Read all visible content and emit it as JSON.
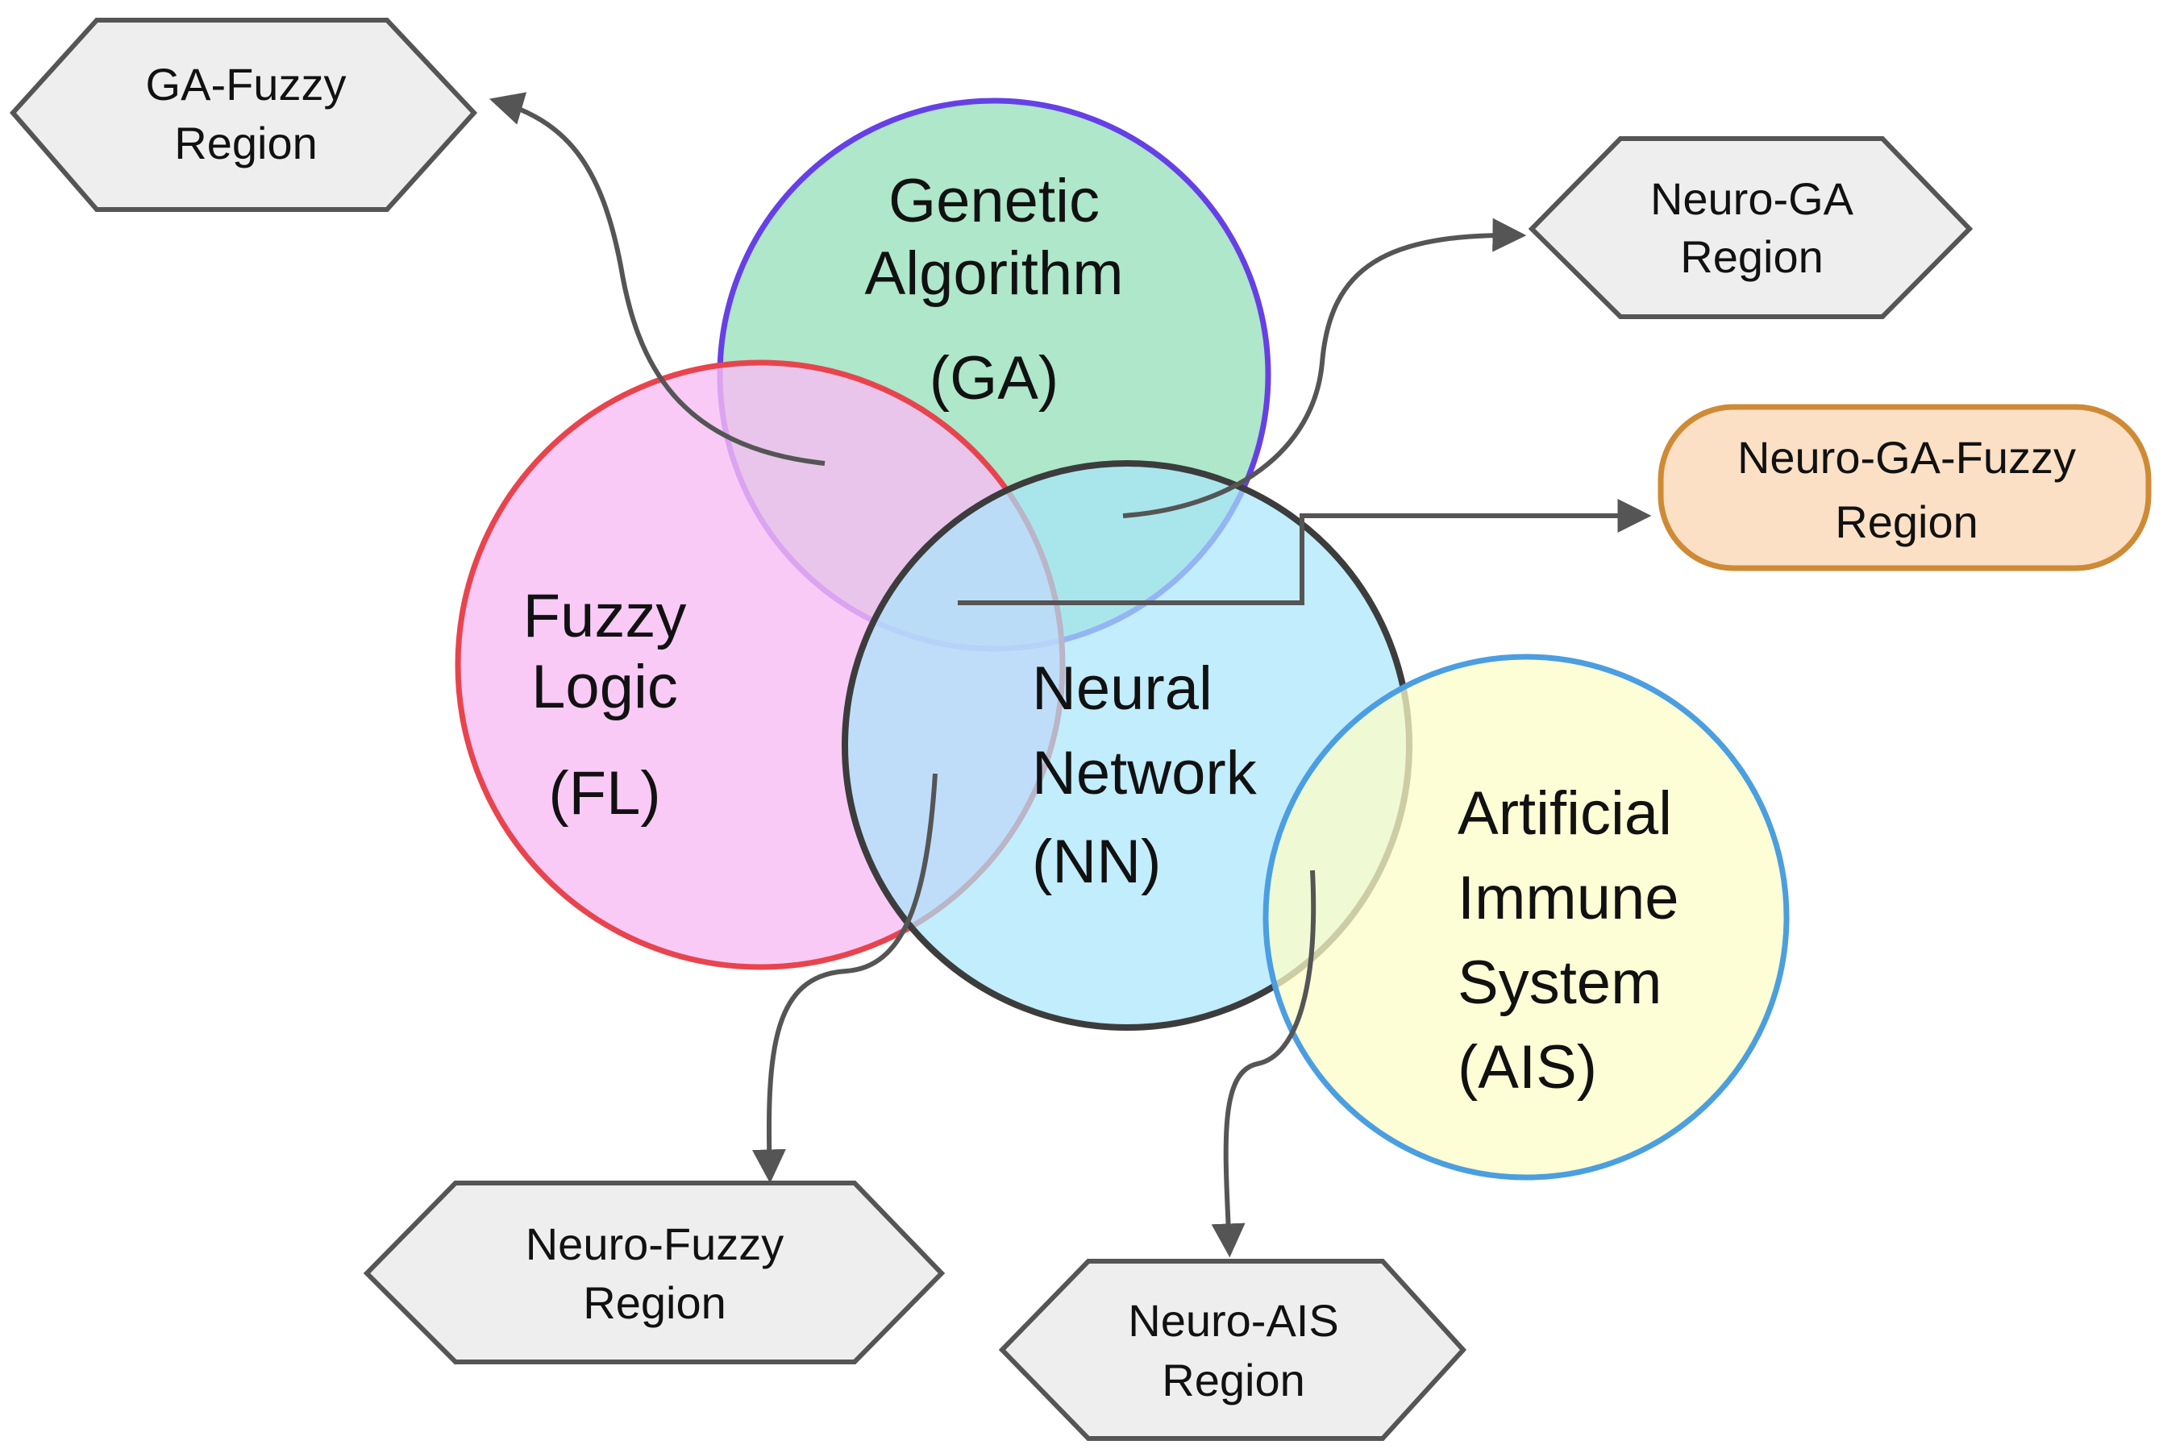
{
  "circles": {
    "ga": {
      "line1": "Genetic",
      "line2": "Algorithm",
      "abbr": "(GA)",
      "fill": "#a7e5c4",
      "stroke": "#6640e6"
    },
    "fl": {
      "line1": "Fuzzy",
      "line2": "Logic",
      "abbr": "(FL)",
      "fill": "#f7bdf4",
      "stroke": "#e8444e"
    },
    "nn": {
      "line1": "Neural",
      "line2": "Network",
      "abbr": "(NN)",
      "fill": "#a6e6fb",
      "stroke": "#3c3c3c"
    },
    "ais": {
      "line1": "Artificial",
      "line2": "Immune",
      "line3": "System",
      "abbr": "(AIS)",
      "fill": "#fdfdc8",
      "stroke": "#4b9ee0"
    }
  },
  "regions": {
    "ga_fuzzy": {
      "line1": "GA-Fuzzy",
      "line2": "Region"
    },
    "neuro_ga": {
      "line1": "Neuro-GA",
      "line2": "Region"
    },
    "neuro_ga_fuzzy": {
      "line1": "Neuro-GA-Fuzzy",
      "line2": "Region"
    },
    "neuro_fuzzy": {
      "line1": "Neuro-Fuzzy",
      "line2": "Region"
    },
    "neuro_ais": {
      "line1": "Neuro-AIS",
      "line2": "Region"
    }
  },
  "colors": {
    "region_box_fill": "#eeeeee",
    "region_box_stroke": "#555555",
    "highlight_box_fill": "#fbe0c6",
    "highlight_box_stroke": "#cf8a35",
    "arrow": "#555555"
  }
}
